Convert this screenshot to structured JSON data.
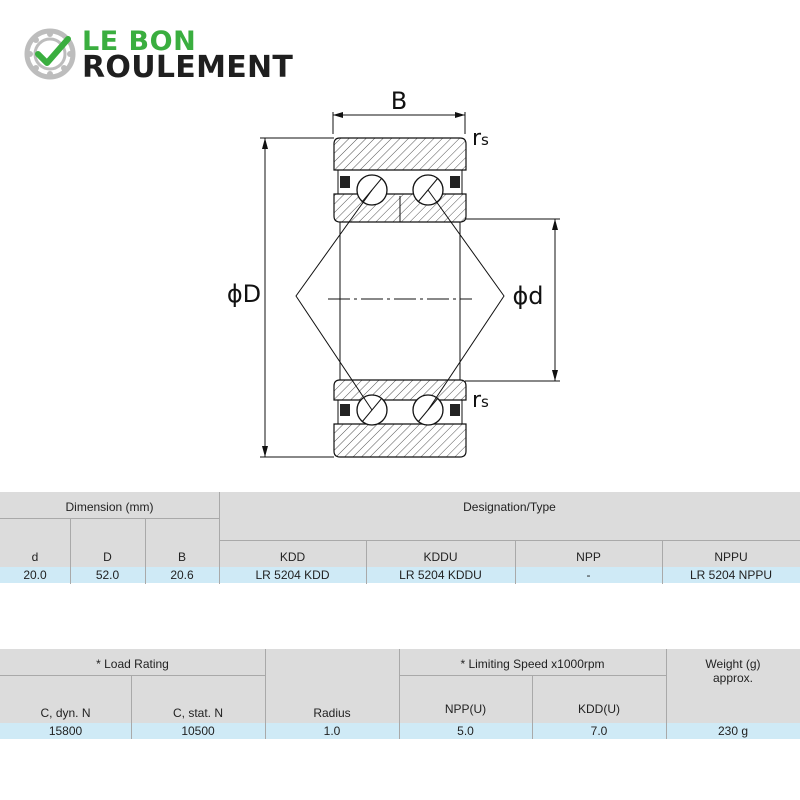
{
  "brand": {
    "line1": "LE BON",
    "line2": "ROULEMENT"
  },
  "drawing": {
    "label_B": "B",
    "label_D": "ϕD",
    "label_d": "ϕd",
    "label_rs_top": "r",
    "label_rs_top_sub": "s",
    "label_rs_bottom": "r",
    "label_rs_bottom_sub": "s"
  },
  "table1": {
    "dimension_header": "Dimension (mm)",
    "designation_header": "Designation/Type",
    "columns": [
      "d",
      "D",
      "B",
      "KDD",
      "KDDU",
      "NPP",
      "NPPU"
    ],
    "values": [
      "20.0",
      "52.0",
      "20.6",
      "LR 5204 KDD",
      "LR 5204 KDDU",
      "-",
      "LR 5204 NPPU"
    ]
  },
  "table2": {
    "load_rating_header": "* Load Rating",
    "limiting_speed_header": "* Limiting Speed x1000rpm",
    "weight_header": "Weight (g)\napprox.",
    "columns": [
      "C, dyn. N",
      "C, stat. N",
      "Radius",
      "NPP(U)",
      "KDD(U)"
    ],
    "values": [
      "15800",
      "10500",
      "1.0",
      "5.0",
      "7.0",
      "230 g"
    ]
  }
}
